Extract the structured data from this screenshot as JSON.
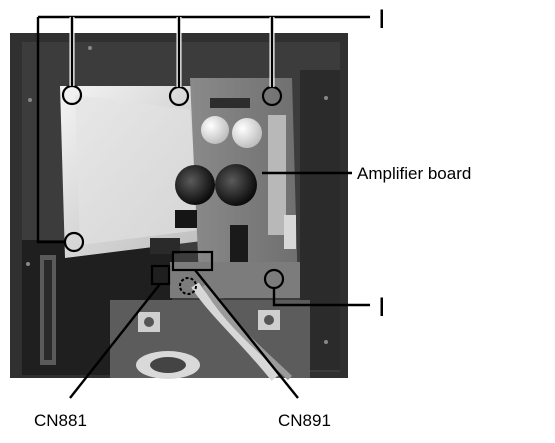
{
  "figure": {
    "callouts": {
      "top_mark": "I",
      "bottom_mark": "I"
    },
    "labels": {
      "amplifier_board": "Amplifier board",
      "cn881": "CN881",
      "cn891": "CN891"
    }
  }
}
